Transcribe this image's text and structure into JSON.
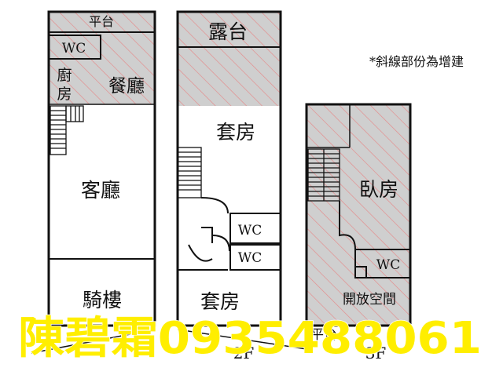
{
  "legend": {
    "note": "*斜線部份為增建"
  },
  "colors": {
    "hatch": "#e58a8a",
    "fill": "#cfcfcf",
    "wall": "#111111",
    "watermark": "#ffee00"
  },
  "floors": {
    "f1": {
      "platform": "平台",
      "wc": "WC",
      "kitchen_1": "廚",
      "kitchen_2": "房",
      "dining": "餐廳",
      "living": "客廳",
      "arcade": "騎樓"
    },
    "f2": {
      "terrace": "露台",
      "suite_top": "套房",
      "wc_1": "WC",
      "wc_2": "WC",
      "suite_bottom": "套房",
      "floor_label": "2F"
    },
    "f3": {
      "bedroom": "臥房",
      "wc": "WC",
      "open_space": "開放空間",
      "platform": "平台",
      "floor_label": "3F"
    }
  },
  "watermark": {
    "text": "陳碧霜0935488061"
  }
}
